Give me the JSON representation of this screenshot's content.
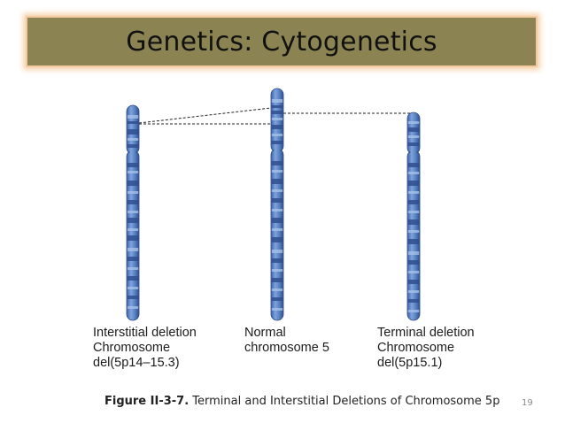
{
  "slide": {
    "title": "Genetics: Cytogenetics",
    "page_number": "19"
  },
  "diagram": {
    "chromosomes": [
      {
        "id": "interstitial",
        "label_lines": [
          "Interstitial deletion",
          "Chromosome",
          "del(5p14–15.3)"
        ]
      },
      {
        "id": "normal",
        "label_lines": [
          "Normal",
          "chromosome 5"
        ]
      },
      {
        "id": "terminal",
        "label_lines": [
          "Terminal deletion",
          "Chromosome",
          "del(5p15.1)"
        ]
      }
    ],
    "caption": {
      "figure_label": "Figure II-3-7.",
      "text": "Terminal and Interstitial Deletions of Chromosome 5p"
    }
  },
  "colors": {
    "title_bar": "#8b8452",
    "chromosome_body": "#5b84c4",
    "chromosome_band_dark": "#2f4f8f",
    "chromosome_band_light": "#a9c4ea"
  }
}
